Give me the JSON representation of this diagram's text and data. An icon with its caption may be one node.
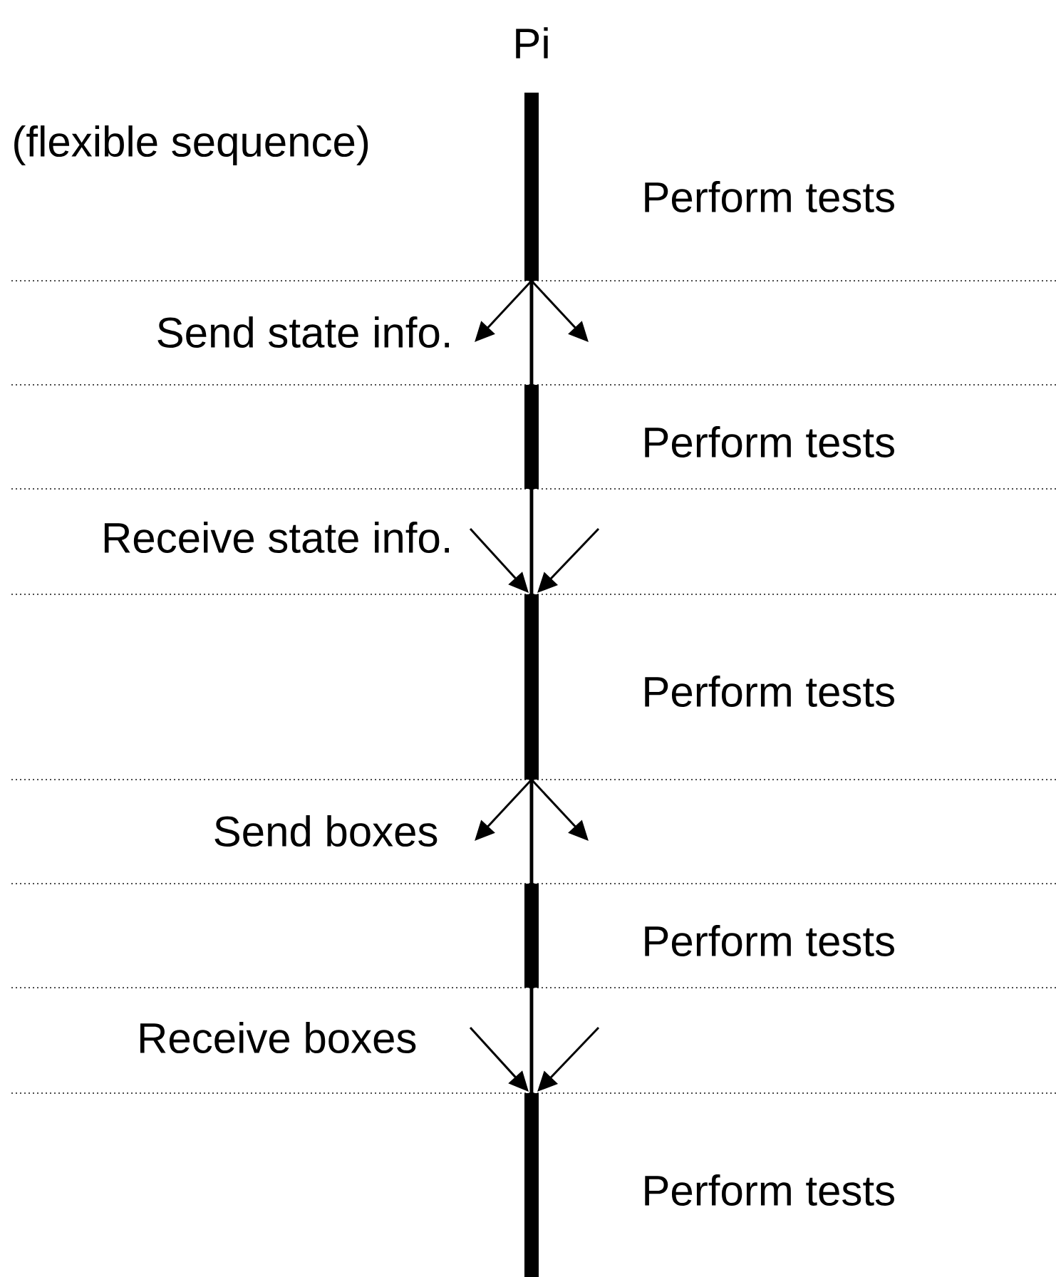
{
  "diagram": {
    "title": "Pi",
    "labels": [
      "(flexible sequence)",
      "Perform tests",
      "Send state info.",
      "Perform tests",
      "Receive state info.",
      "Perform tests",
      "Send boxes",
      "Perform tests",
      "Receive boxes",
      "Perform tests"
    ]
  }
}
